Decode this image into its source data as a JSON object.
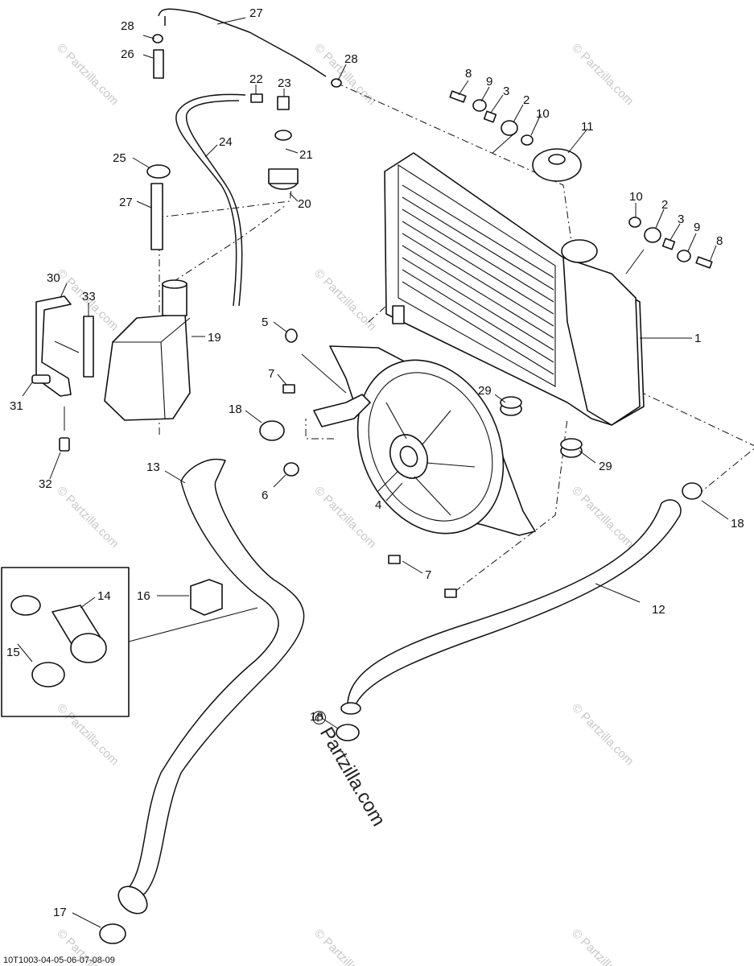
{
  "document_id": "10T1003-04-05-06-07-08-09",
  "watermark_text": "© Partzilla.com",
  "callouts": [
    {
      "id": "c28a",
      "label": "28"
    },
    {
      "id": "c27a",
      "label": "27"
    },
    {
      "id": "c26",
      "label": "26"
    },
    {
      "id": "c28b",
      "label": "28"
    },
    {
      "id": "c22",
      "label": "22"
    },
    {
      "id": "c23",
      "label": "23"
    },
    {
      "id": "c24",
      "label": "24"
    },
    {
      "id": "c21",
      "label": "21"
    },
    {
      "id": "c25",
      "label": "25"
    },
    {
      "id": "c20",
      "label": "20"
    },
    {
      "id": "c27b",
      "label": "27"
    },
    {
      "id": "c8a",
      "label": "8"
    },
    {
      "id": "c9a",
      "label": "9"
    },
    {
      "id": "c3a",
      "label": "3"
    },
    {
      "id": "c2a",
      "label": "2"
    },
    {
      "id": "c10a",
      "label": "10"
    },
    {
      "id": "c11",
      "label": "11"
    },
    {
      "id": "c10b",
      "label": "10"
    },
    {
      "id": "c2b",
      "label": "2"
    },
    {
      "id": "c3b",
      "label": "3"
    },
    {
      "id": "c9b",
      "label": "9"
    },
    {
      "id": "c8b",
      "label": "8"
    },
    {
      "id": "c30",
      "label": "30"
    },
    {
      "id": "c33",
      "label": "33"
    },
    {
      "id": "c19",
      "label": "19"
    },
    {
      "id": "c1",
      "label": "1"
    },
    {
      "id": "c5",
      "label": "5"
    },
    {
      "id": "c7a",
      "label": "7"
    },
    {
      "id": "c31",
      "label": "31"
    },
    {
      "id": "c18a",
      "label": "18"
    },
    {
      "id": "c29a",
      "label": "29"
    },
    {
      "id": "c29b",
      "label": "29"
    },
    {
      "id": "c13",
      "label": "13"
    },
    {
      "id": "c32",
      "label": "32"
    },
    {
      "id": "c6",
      "label": "6"
    },
    {
      "id": "c4",
      "label": "4"
    },
    {
      "id": "c18b",
      "label": "18"
    },
    {
      "id": "c7b",
      "label": "7"
    },
    {
      "id": "c12",
      "label": "12"
    },
    {
      "id": "c16",
      "label": "16"
    },
    {
      "id": "c14",
      "label": "14"
    },
    {
      "id": "c15",
      "label": "15"
    },
    {
      "id": "c18c",
      "label": "18"
    },
    {
      "id": "c17",
      "label": "17"
    }
  ]
}
